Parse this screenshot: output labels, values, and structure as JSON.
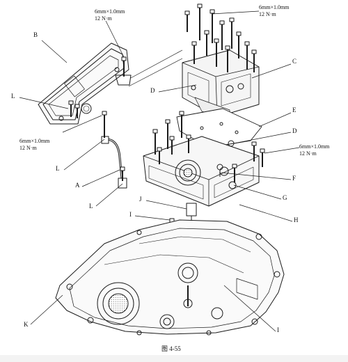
{
  "figure": {
    "caption": "图 4-55",
    "specs": {
      "top_left": {
        "size": "6mm×1.0mm",
        "torque": "12 N·m"
      },
      "top_right": {
        "size": "6mm×1.0mm",
        "torque": "12 N·m"
      },
      "middle_left": {
        "size": "6mm×1.0mm",
        "torque": "12 N·m"
      },
      "middle_right": {
        "size": "6mm×1.0mm",
        "torque": "12 N·m"
      }
    },
    "callouts": {
      "A": "A",
      "B": "B",
      "C": "C",
      "D1": "D",
      "D2": "D",
      "E": "E",
      "F": "F",
      "G": "G",
      "H": "H",
      "I1": "I",
      "I2": "I",
      "J": "J",
      "K": "K",
      "L1": "L",
      "L2": "L",
      "L3": "L"
    },
    "colors": {
      "ink": "#1a1a1a",
      "paper": "#ffffff",
      "shade": "#8a8a8a"
    }
  }
}
